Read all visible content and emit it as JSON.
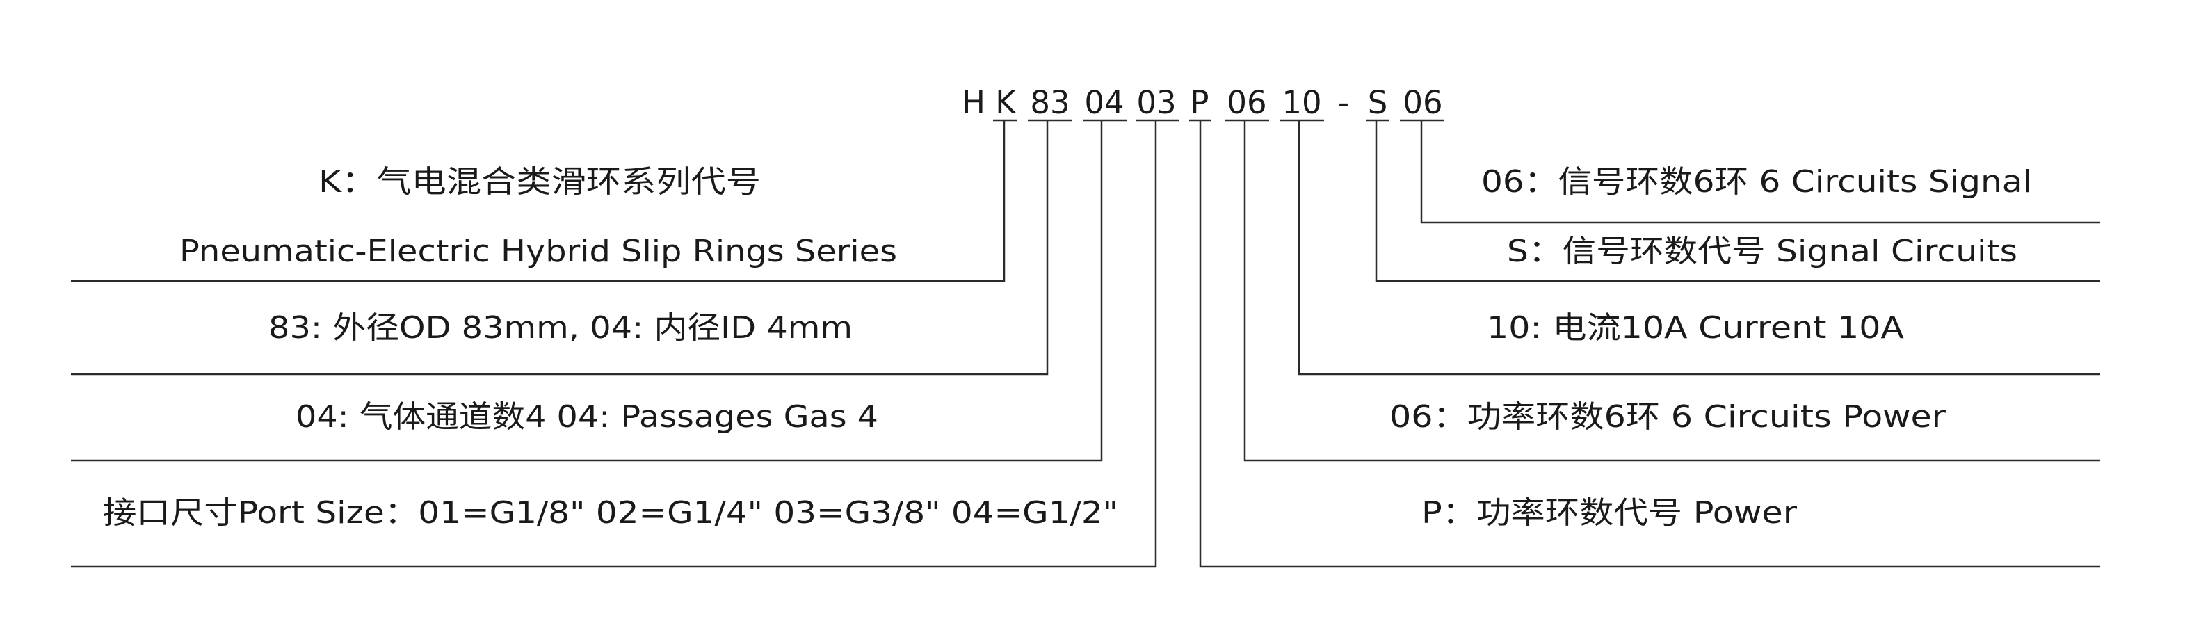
{
  "model_code": {
    "parts": [
      "H",
      "K",
      "83",
      "04",
      "03",
      "P",
      "06",
      "10",
      "-",
      "S",
      "06"
    ]
  },
  "left_descriptions": {
    "series_cn": "K：气电混合类滑环系列代号",
    "series_en": "Pneumatic-Electric Hybrid Slip Rings Series",
    "diameter": "83: 外径OD 83mm, 04: 内径ID 4mm",
    "gas_passages": "04: 气体通道数4  04: Passages Gas 4",
    "port_size": "接口尺寸Port Size：01=G1/8\" 02=G1/4\" 03=G3/8\" 04=G1/2\""
  },
  "right_descriptions": {
    "signal_circuits": "06：信号环数6环 6 Circuits Signal",
    "signal_code": "S：信号环数代号 Signal Circuits",
    "current": "10: 电流10A  Current 10A",
    "power_circuits": "06：功率环数6环  6 Circuits Power",
    "power_code": "P：功率环数代号 Power"
  }
}
